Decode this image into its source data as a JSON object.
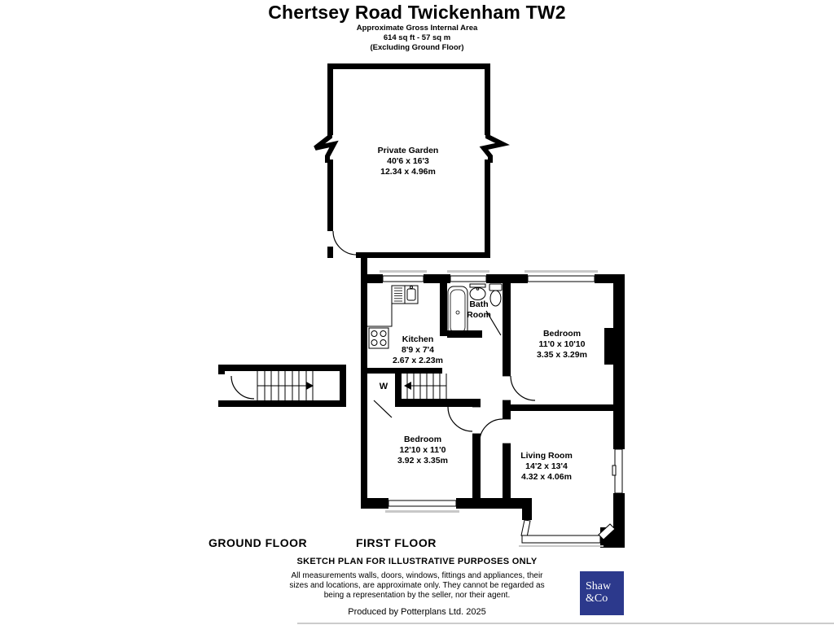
{
  "header": {
    "title": "Chertsey Road Twickenham TW2",
    "sub1": "Approximate Gross Internal Area",
    "sub2": "614 sq ft - 57 sq m",
    "sub3": "(Excluding Ground Floor)"
  },
  "rooms": {
    "garden": {
      "name": "Private Garden",
      "dims1": "40'6 x 16'3",
      "dims2": "12.34 x 4.96m"
    },
    "kitchen": {
      "name": "Kitchen",
      "dims1": "8'9 x 7'4",
      "dims2": "2.67 x 2.23m"
    },
    "bathroom": {
      "name": "Bath Room"
    },
    "bedroom1": {
      "name": "Bedroom",
      "dims1": "11'0 x 10'10",
      "dims2": "3.35 x 3.29m"
    },
    "bedroom2": {
      "name": "Bedroom",
      "dims1": "12'10 x 11'0",
      "dims2": "3.92 x 3.35m"
    },
    "living": {
      "name": "Living Room",
      "dims1": "14'2 x 13'4",
      "dims2": "4.32 x 4.06m"
    },
    "wardrobe": {
      "label": "W"
    }
  },
  "floors": {
    "ground": "GROUND FLOOR",
    "first": "FIRST FLOOR"
  },
  "footer": {
    "sketch": "SKETCH PLAN FOR ILLUSTRATIVE PURPOSES ONLY",
    "disc1": "All measurements walls, doors, windows, fittings and appliances, their",
    "disc2": "sizes and locations, are approximate only. They cannot be regarded as",
    "disc3": "being a representation by the seller, nor their agent.",
    "produced": "Produced by Potterplans Ltd. 2025"
  },
  "logo": {
    "line1": "Shaw",
    "line2": "&Co",
    "bg": "#2c398c",
    "text_color": "#ffffff"
  }
}
